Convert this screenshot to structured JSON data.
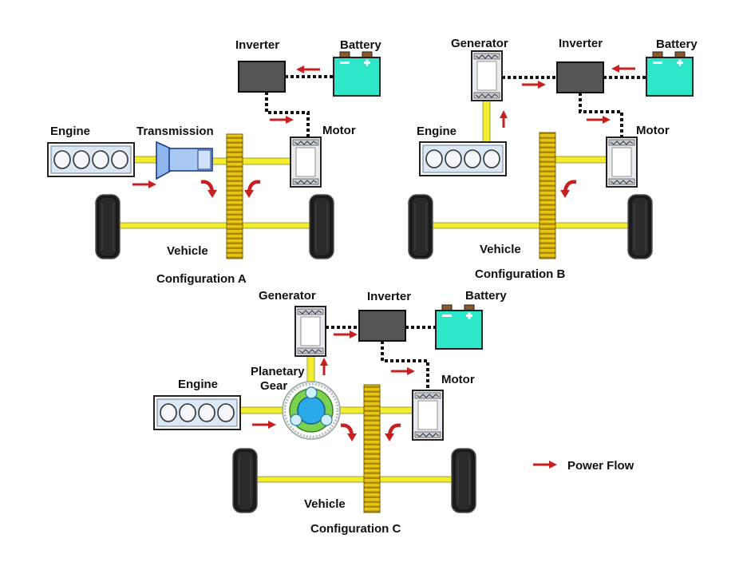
{
  "labels": {
    "engine": "Engine",
    "transmission": "Transmission",
    "inverter": "Inverter",
    "battery": "Battery",
    "motor": "Motor",
    "generator": "Generator",
    "vehicle": "Vehicle",
    "planetary_gear_line1": "Planetary",
    "planetary_gear_line2": "Gear"
  },
  "configurations": {
    "a": "Configuration A",
    "b": "Configuration B",
    "c": "Configuration C"
  },
  "legend": {
    "power_flow": "Power Flow"
  },
  "battery_terminals": {
    "negative": "−",
    "positive": "+"
  },
  "colors": {
    "shaft": "#f2ee2e",
    "battery": "#2ee6c8",
    "inverter": "#555555",
    "gear": "#e8c619",
    "arrow": "#c62020",
    "tire": "#1a1a1a",
    "transmission": "#8fb6ec"
  },
  "icons": {
    "engine": "four-cylinder-engine-icon",
    "battery": "battery-icon",
    "inverter": "inverter-box-icon",
    "motor": "electric-machine-icon",
    "gear": "spur-gear-icon",
    "wheel": "tire-icon",
    "arrow": "power-flow-arrow-icon"
  }
}
